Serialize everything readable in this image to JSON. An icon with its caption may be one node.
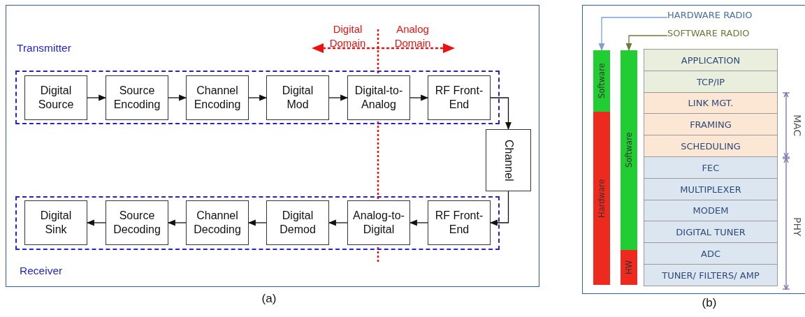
{
  "diagram": {
    "nodes": [
      {
        "text": [
          "Transmitter"
        ]
      },
      {
        "text": [
          "Digital Source"
        ],
        "in": 0
      },
      {
        "text": [
          "Source Encoding"
        ],
        "in": 0
      },
      {
        "text": [
          "Channel Encoding"
        ],
        "in": 0
      },
      {
        "text": [
          "Digital Mod"
        ],
        "in": 0
      },
      {
        "text": [
          "Digital-to-Analog"
        ],
        "in": 0
      },
      {
        "text": [
          "RF Front-End"
        ],
        "in": 0
      },
      {
        "text": [
          "Channel"
        ]
      },
      {
        "text": [
          "Receiver"
        ]
      },
      {
        "text": [
          "Digital Sink"
        ],
        "in": 8
      },
      {
        "text": [
          "Source Decoding"
        ],
        "in": 8
      },
      {
        "text": [
          "Channel Decoding"
        ],
        "in": 8
      },
      {
        "text": [
          "Digital Demod"
        ],
        "in": 8
      },
      {
        "text": [
          "Analog-to-Digital"
        ],
        "in": 8
      },
      {
        "text": [
          "RF Front-End"
        ],
        "in": 8
      },
      {
        "text": [
          "HARDWARE RADIO"
        ]
      },
      {
        "text": [
          "SOFTWARE RADIO"
        ]
      },
      {
        "text": [
          "Software",
          "Hardware"
        ]
      },
      {
        "text": [
          "Software",
          "HW"
        ]
      },
      {
        "text": [
          "APPLICATION"
        ]
      },
      {
        "text": [
          "TCP/IP"
        ]
      },
      {
        "text": [
          "LINK MGT."
        ]
      },
      {
        "text": [
          "FRAMING"
        ]
      },
      {
        "text": [
          "SCHEDULING"
        ]
      },
      {
        "text": [
          "FEC"
        ]
      },
      {
        "text": [
          "MULTIPLEXER"
        ]
      },
      {
        "text": [
          "MODEM"
        ]
      },
      {
        "text": [
          "DIGITAL TUNER"
        ]
      },
      {
        "text": [
          "ADC"
        ]
      },
      {
        "text": [
          "TUNER/ FILTERS/ AMP"
        ]
      }
    ],
    "edges": [
      {
        "from": 1,
        "to": 2,
        "arrow": "to"
      },
      {
        "from": 2,
        "to": 3,
        "arrow": "to"
      },
      {
        "from": 3,
        "to": 4,
        "arrow": "to"
      },
      {
        "from": 4,
        "to": 5,
        "arrow": "to"
      },
      {
        "from": 5,
        "to": 6,
        "arrow": "to"
      },
      {
        "from": 6,
        "to": 7,
        "arrow": "to"
      },
      {
        "from": 7,
        "to": 14,
        "arrow": "to"
      },
      {
        "from": 14,
        "to": 13,
        "arrow": "to"
      },
      {
        "from": 13,
        "to": 12,
        "arrow": "to"
      },
      {
        "from": 12,
        "to": 11,
        "arrow": "to"
      },
      {
        "from": 11,
        "to": 10,
        "arrow": "to"
      },
      {
        "from": 10,
        "to": 9,
        "arrow": "to"
      },
      {
        "from": 15,
        "to": 17,
        "arrow": "to",
        "color": "#7f9fcf"
      },
      {
        "from": 16,
        "to": 18,
        "arrow": "to",
        "color": "#6b7a3a"
      }
    ],
    "labels": [
      "Digital Domain",
      "Analog Domain",
      "MAC",
      "PHY",
      "(a)",
      "(b)"
    ]
  }
}
